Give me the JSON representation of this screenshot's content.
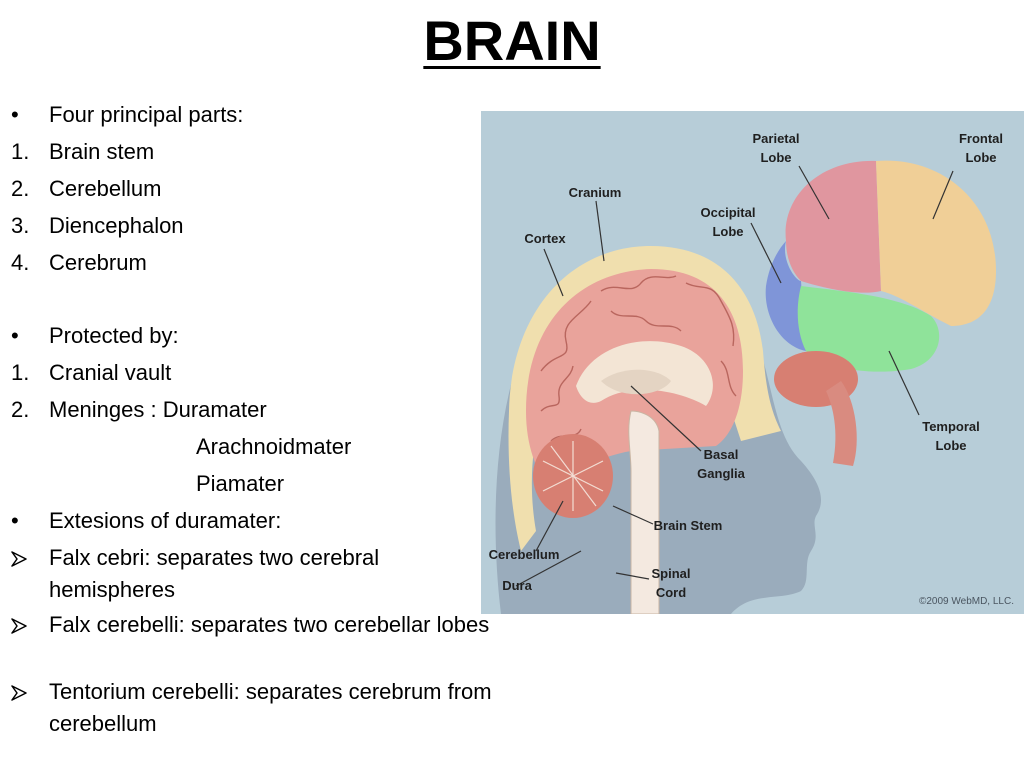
{
  "title": "BRAIN",
  "list": [
    {
      "marker": "•",
      "text": "Four principal parts:"
    },
    {
      "marker": "1.",
      "text": "Brain stem"
    },
    {
      "marker": "2.",
      "text": "Cerebellum"
    },
    {
      "marker": "3.",
      "text": "Diencephalon"
    },
    {
      "marker": "4.",
      "text": "Cerebrum"
    },
    {
      "marker": "•",
      "text": "Protected by:"
    },
    {
      "marker": "1.",
      "text": "Cranial vault"
    },
    {
      "marker": "2.",
      "text": "Meninges : Duramater"
    },
    {
      "marker": "",
      "text": "Arachnoidmater"
    },
    {
      "marker": "",
      "text": "Piamater"
    },
    {
      "marker": "•",
      "text": "Extesions of duramater:"
    },
    {
      "marker": "arrow",
      "text": "Falx cebri: separates two cerebral hemispheres"
    },
    {
      "marker": "arrow",
      "text": "Falx cerebelli: separates two cerebellar lobes"
    },
    {
      "marker": "arrow",
      "text": "Tentorium cerebelli: separates cerebrum from cerebellum"
    }
  ],
  "figure": {
    "labels": {
      "parietal_1": "Parietal",
      "parietal_2": "Lobe",
      "frontal_1": "Frontal",
      "frontal_2": "Lobe",
      "occipital_1": "Occipital",
      "occipital_2": "Lobe",
      "cranium": "Cranium",
      "cortex": "Cortex",
      "temporal_1": "Temporal",
      "temporal_2": "Lobe",
      "basal_1": "Basal",
      "basal_2": "Ganglia",
      "brain_stem": "Brain Stem",
      "cerebellum": "Cerebellum",
      "dura": "Dura",
      "spinal_1": "Spinal",
      "spinal_2": "Cord"
    },
    "copyright": "©2009 WebMD, LLC.",
    "colors": {
      "background": "#b7cdd8",
      "silhouette": "#9aacbc",
      "parietal": "#e0969f",
      "frontal": "#f0cf97",
      "occipital": "#7f95d8",
      "temporal": "#8fe39a",
      "cerebellum": "#d77f72",
      "brain_tissue": "#e9a39b",
      "bone": "#f0dfae"
    }
  }
}
